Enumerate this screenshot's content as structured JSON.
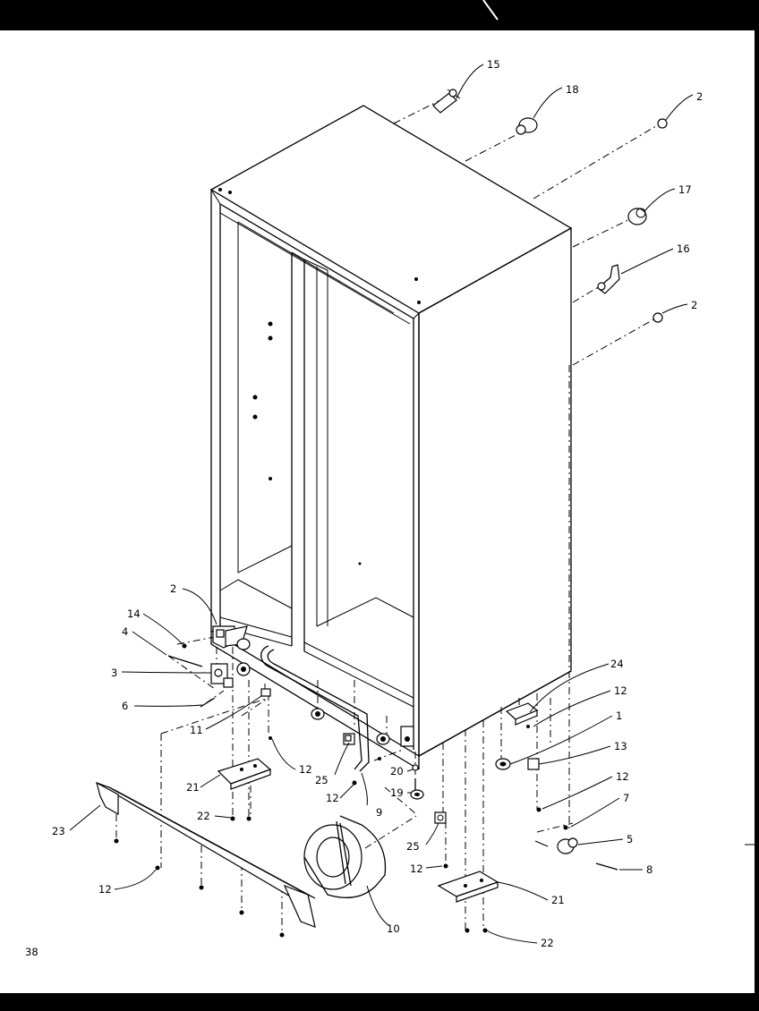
{
  "page_number": "38",
  "callouts": [
    {
      "id": "c15",
      "label": "15"
    },
    {
      "id": "c18",
      "label": "18"
    },
    {
      "id": "c2a",
      "label": "2"
    },
    {
      "id": "c17",
      "label": "17"
    },
    {
      "id": "c16",
      "label": "16"
    },
    {
      "id": "c2b",
      "label": "2"
    },
    {
      "id": "c2c",
      "label": "2"
    },
    {
      "id": "c14",
      "label": "14"
    },
    {
      "id": "c4",
      "label": "4"
    },
    {
      "id": "c3",
      "label": "3"
    },
    {
      "id": "c6",
      "label": "6"
    },
    {
      "id": "c11",
      "label": "11"
    },
    {
      "id": "c12a",
      "label": "12"
    },
    {
      "id": "c21a",
      "label": "21"
    },
    {
      "id": "c25a",
      "label": "25"
    },
    {
      "id": "c12b",
      "label": "12"
    },
    {
      "id": "c9",
      "label": "9"
    },
    {
      "id": "c22a",
      "label": "22"
    },
    {
      "id": "c23",
      "label": "23"
    },
    {
      "id": "c12c",
      "label": "12"
    },
    {
      "id": "c10",
      "label": "10"
    },
    {
      "id": "c20",
      "label": "20"
    },
    {
      "id": "c19",
      "label": "19"
    },
    {
      "id": "c25b",
      "label": "25"
    },
    {
      "id": "c12d",
      "label": "12"
    },
    {
      "id": "c24",
      "label": "24"
    },
    {
      "id": "c12e",
      "label": "12"
    },
    {
      "id": "c1",
      "label": "1"
    },
    {
      "id": "c13",
      "label": "13"
    },
    {
      "id": "c12f",
      "label": "12"
    },
    {
      "id": "c7",
      "label": "7"
    },
    {
      "id": "c5",
      "label": "5"
    },
    {
      "id": "c8",
      "label": "8"
    },
    {
      "id": "c21b",
      "label": "21"
    },
    {
      "id": "c22b",
      "label": "22"
    }
  ]
}
